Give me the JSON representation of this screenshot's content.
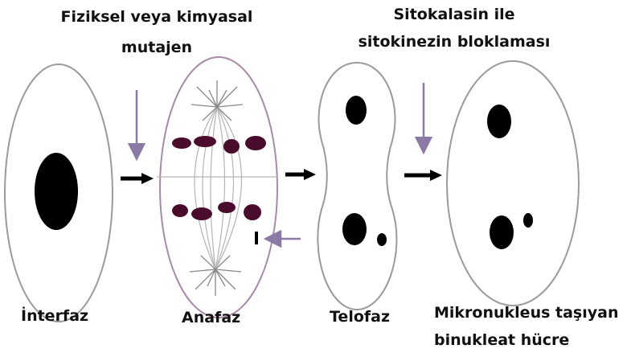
{
  "annotations": {
    "mutagen_line1": "Fiziksel veya kimyasal",
    "mutagen_line2": "mutajen",
    "cytochalasin_line1": "Sitokalasin ile",
    "cytochalasin_line2": "sitokinezin bloklaması"
  },
  "stages": {
    "interphase": "İnterfaz",
    "anaphase": "Anafaz",
    "telophase": "Telofaz",
    "binucleate_line1": "Mikronukleus taşıyan",
    "binucleate_line2": "binukleat hücre"
  },
  "colors": {
    "outline": "#9a9a9a",
    "nucleus": "#000000",
    "chromosome": "#4a0c2c",
    "spindle_cell": "#a88aa8",
    "indicator_arrow": "#8c7aa6",
    "progress_arrow": "#000000"
  }
}
